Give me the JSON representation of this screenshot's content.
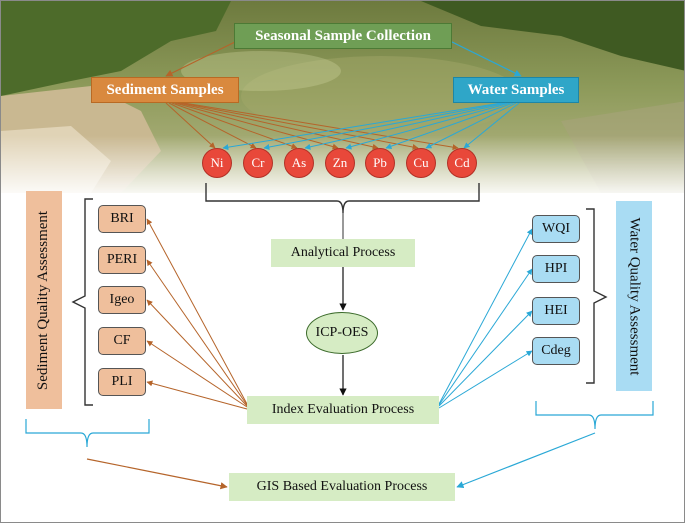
{
  "photo": {
    "seasonal_label": "Seasonal Sample Collection",
    "sediment_label": "Sediment Samples",
    "water_label": "Water Samples"
  },
  "metals": [
    "Ni",
    "Cr",
    "As",
    "Zn",
    "Pb",
    "Cu",
    "Cd"
  ],
  "process": {
    "analytical": "Analytical Process",
    "icp": "ICP-OES",
    "index_eval": "Index Evaluation Process",
    "gis": "GIS Based Evaluation Process"
  },
  "sediment": {
    "title": "Sediment Quality Assessment",
    "indices": [
      "BRI",
      "PERI",
      "Igeo",
      "CF",
      "PLI"
    ]
  },
  "water": {
    "title": "Water Quality Assessment",
    "indices": [
      "WQI",
      "HPI",
      "HEI",
      "Cdeg"
    ]
  },
  "colors": {
    "sediment_arrow": "#b5642a",
    "water_arrow": "#2aa8d6",
    "bracket": "#333333",
    "metal_fill": "#e8483a",
    "sediment_box": "#efbf9c",
    "water_box": "#a9dcf3",
    "process_box": "#d6ecc4"
  }
}
